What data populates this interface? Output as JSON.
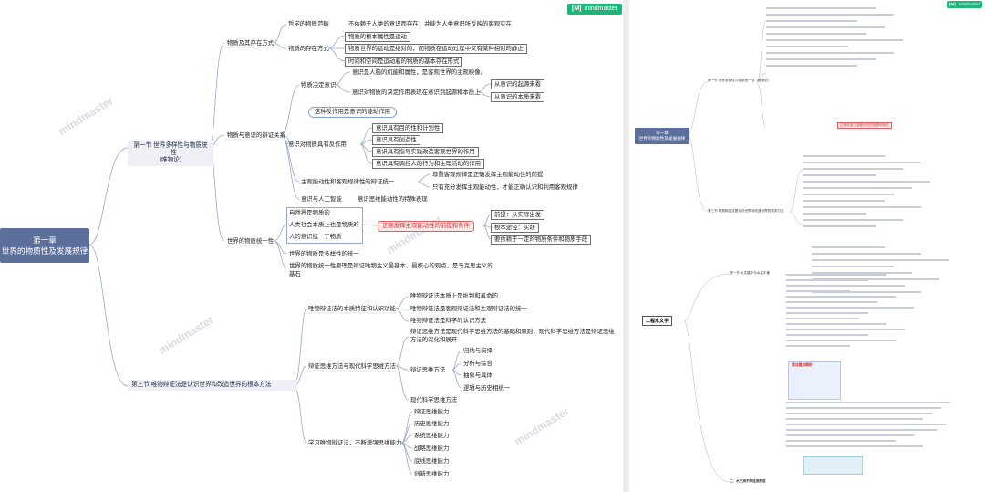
{
  "left": {
    "logo": "mindmaster",
    "watermark": "mindmaster",
    "root": {
      "line1": "第一章",
      "line2": "世界的物质性及发展规律"
    },
    "section1": {
      "title": "第一节 世界多样性与物质统一性",
      "subtitle": "（唯物论）"
    },
    "section3": {
      "title": "第三节 唯物辩证法是认识世界和改造世界的根本方法"
    },
    "matter_motion": {
      "label": "物质及其存在方式",
      "philo_concept": {
        "label": "哲学的物质范畴",
        "value": "不依赖于人类的意识而存在，并能为人类意识所反映的客观实在"
      },
      "existence": {
        "label": "物质的存在方式",
        "items": [
          "物质的根本属性是运动",
          "物质世界的运动是绝对的，而物质在运动过程中又有某种相对的静止",
          "时间和空间是运动着的物质的基本存在形式"
        ]
      }
    },
    "matter_consciousness": {
      "label": "物质与意识的辩证关系",
      "decides": {
        "label": "物质决定意识",
        "items": [
          "意识是人脑的机能和属性，是客观世界的主观映像。",
          "意识对物质的决定作用表现在意识到起源和本质上"
        ],
        "sub": [
          "从意识的起源来看",
          "从意识的本质来看"
        ]
      },
      "bubble": "这种反作用是意识的能动作用",
      "reacts": {
        "label": "意识对物质具有反作用",
        "items": [
          "意识具有目的性和计划性",
          "意识具有创造性",
          "意识具有指导实践改造客观世界的作用",
          "意识具有调控人的行为和生理活动的作用"
        ]
      },
      "unity": {
        "label": "主观能动性和客观规律性的辩证统一",
        "items": [
          "尊重客观规律是正确发挥主观能动性的前提",
          "只有充分发挥主观能动性，才能正确认识和利用客观规律"
        ]
      },
      "ai": {
        "label": "意识与人工智能",
        "value": "意识思维能动性的特殊表现"
      }
    },
    "world_unity": {
      "label": "世界的物质统一性",
      "group": [
        "自然界是物质的",
        "人类社会本质上也是物质的",
        "人的意识统一于物质"
      ],
      "callout": "正确发挥主观能动性的前提和条件",
      "callout_items": [
        "前提：从实际出发",
        "根本途径：实践",
        "要依赖于一定的物质条件和物质手段"
      ],
      "diversity": "世界的物质是多样性的统一",
      "principle": "世界的物质统一性原理是辩证唯物主义最基本、最核心的观点，是马克思主义的基石"
    },
    "dialectics": {
      "nature": {
        "label": "唯物辩证法的本质特征和认识功能",
        "items": [
          "唯物辩证法本质上是批判和革命的",
          "唯物辩证法是客观辩证法和主观辩证法的统一",
          "唯物辩证法是科学的认识方法"
        ]
      },
      "thinking": {
        "label": "辩证思维方法与现代科学思维方法",
        "intro": "辩证思维方法是现代科学思维方法的基础和原则，现代科学思维方法是辩证思维方法的深化和展开",
        "methods_label": "辩证思维方法",
        "methods": [
          "归纳与演绎",
          "分析与综合",
          "抽象与具体",
          "逻辑与历史相统一"
        ],
        "modern": "现代科学思维方法"
      },
      "ability": {
        "label": "学习唯物辩证法，不断增强思维能力",
        "items": [
          "辩证思维能力",
          "历史思维能力",
          "系统思维能力",
          "战略思维能力",
          "底线思维能力",
          "创新思维能力"
        ]
      }
    }
  },
  "right": {
    "logo": "mindmaster",
    "root": {
      "line1": "第一章",
      "line2": "世界的物质性及发展规律"
    },
    "branch1": "第一节 世界多样性与物质统一性（唯物论）",
    "branch3": "第三节 唯物辩证法是认识世界和改造世界的根本方法",
    "lower_title": "工程水文学",
    "lower_branch1": "第一节 水文循环与水量平衡",
    "lower_branch2": "二、水文测不同径流形成",
    "highlight": "正确发挥主观能动性的前提和条件",
    "note_title": "重点要点精析",
    "n_shapes": 38
  }
}
